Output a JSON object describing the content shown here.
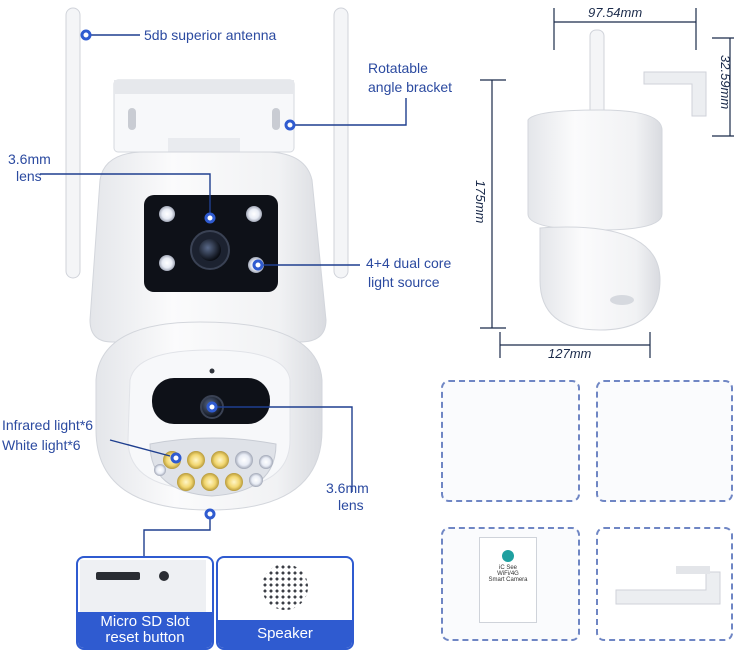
{
  "callouts": {
    "antenna": "5db superior antenna",
    "bracket_line1": "Rotatable",
    "bracket_line2": "angle bracket",
    "lens_top_line1": "3.6mm",
    "lens_top_line2": "lens",
    "light_line1": "4+4 dual core",
    "light_line2": "light source",
    "infrared": "Infrared light*6",
    "white": "White light*6",
    "lens_bottom_line1": "3.6mm",
    "lens_bottom_line2": "lens"
  },
  "dimensions": {
    "width_top": "97.54mm",
    "bracket_depth": "32.59mm",
    "height": "175mm",
    "width_bottom": "127mm"
  },
  "panels": {
    "sd_line1": "Micro SD slot",
    "sd_line2": "reset button",
    "speaker": "Speaker"
  },
  "accessories": {
    "booklet_brand": "iC See",
    "booklet_line1": "WiFi/4G",
    "booklet_line2": "Smart Camera"
  },
  "colors": {
    "accent": "#2f5bd0",
    "callout_text": "#2b4aa0",
    "camera_body": "#f2f3f5"
  }
}
